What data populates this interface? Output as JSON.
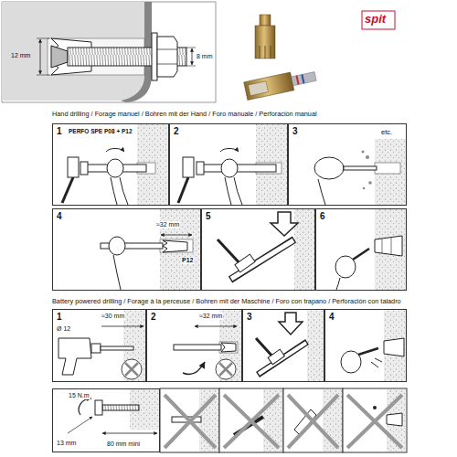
{
  "diagram": {
    "nodes": [
      {
        "text": [
          "1",
          "PERFO SPE P08 + P12"
        ]
      },
      {
        "text": [
          "2"
        ]
      },
      {
        "text": [
          "3",
          "etc."
        ]
      },
      {
        "text": [
          "4",
          "≈32 mm",
          "P12"
        ]
      },
      {
        "text": [
          "5"
        ]
      },
      {
        "text": [
          "6"
        ]
      },
      {
        "text": [
          "1",
          "Ø 12",
          "≈30 mm"
        ]
      },
      {
        "text": [
          "2",
          "≈32 mm"
        ]
      },
      {
        "text": [
          "3"
        ]
      },
      {
        "text": [
          "4"
        ]
      },
      {
        "text": [
          "15 N.m",
          "13 mm",
          "80 mm mini"
        ]
      }
    ],
    "labels": [
      "12 mm",
      "8 mm",
      "spit",
      "Hand drilling / Forage manuel / Bohren mit der Hand / Foro manuale / Perforación manual",
      "Battery powered drilling / Forage à la perceuse / Bohren mit der Maschine / Foro con trapano / Perforación con taladro"
    ]
  }
}
